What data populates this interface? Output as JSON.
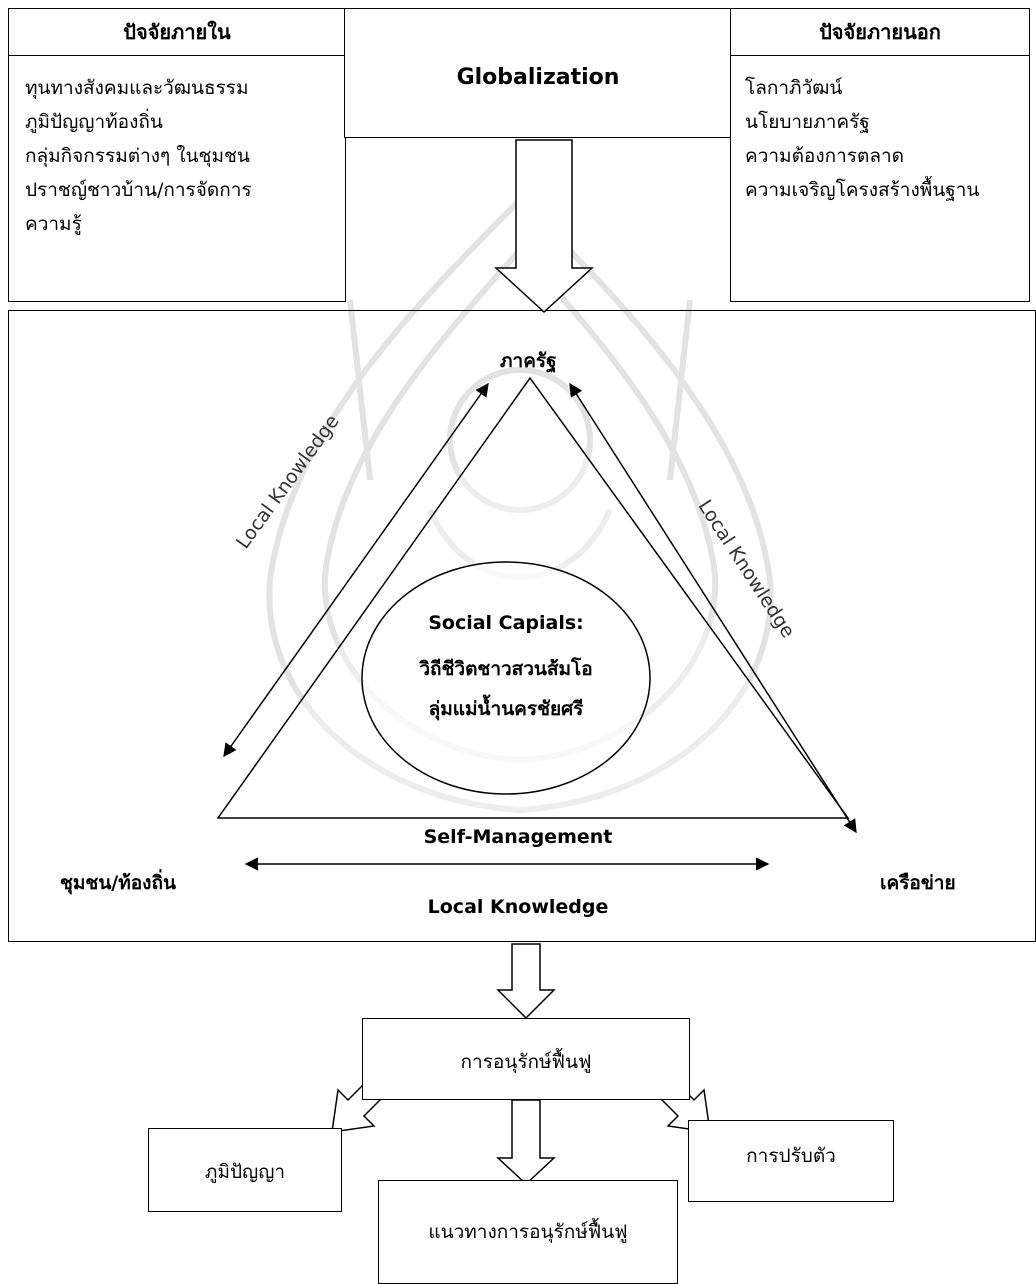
{
  "internal_factors": {
    "title": "ปัจจัยภายใน",
    "items": [
      "ทุนทางสังคมและวัฒนธรรม",
      "ภูมิปัญญาท้องถิ่น",
      "กลุ่มกิจกรรมต่างๆ ในชุมชน",
      "ปราชญ์ชาวบ้าน/การจัดการ",
      "ความรู้"
    ]
  },
  "center_top": {
    "label": "Globalization"
  },
  "external_factors": {
    "title": "ปัจจัยภายนอก",
    "items": [
      "โลกาภิวัฒน์",
      "นโยบายภาครัฐ",
      "ความต้องการตลาด",
      "ความเจริญโครงสร้างพื้นฐาน"
    ]
  },
  "triangle": {
    "top_vertex": "ภาครัฐ",
    "left_vertex": "ชุมชน/ท้องถิ่น",
    "right_vertex": "เครือข่าย",
    "left_edge_label": "Local Knowledge",
    "right_edge_label": "Local Knowledge",
    "bottom_upper_label": "Self-Management",
    "bottom_lower_label": "Local Knowledge"
  },
  "center_ellipse": {
    "line1": "Social Capials:",
    "line2": "วิถีชีวิตชาวสวนส้มโอ",
    "line3": "ลุ่มแม่น้ำนครชัยศรี"
  },
  "outcome": {
    "main": "การอนุรักษ์ฟื้นฟู",
    "left": "ภูมิปัญญา",
    "right": "การปรับตัว",
    "bottom": "แนวทางการอนุรักษ์ฟื้นฟู"
  }
}
